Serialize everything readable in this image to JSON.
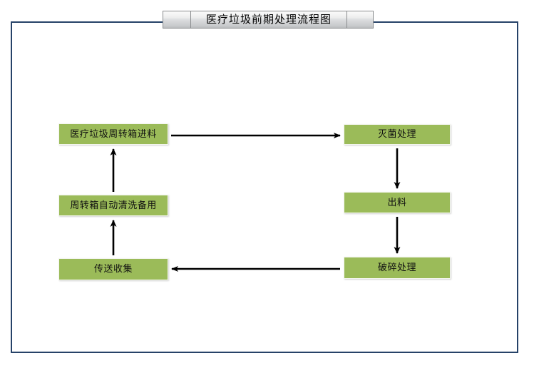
{
  "document": {
    "title": "医疗垃圾前期处理流程图",
    "frame_color": "#264268",
    "node_fill_color": "#9BBB59",
    "connector_color": "#000000"
  },
  "titlebar": {
    "left_segment_label": "",
    "title": "医疗垃圾前期处理流程图",
    "right_segment_label": ""
  },
  "flow": {
    "nodes": [
      {
        "id": "feed",
        "label": "医疗垃圾周转箱进料",
        "column": "left",
        "order": 1
      },
      {
        "id": "sterilize",
        "label": "灭菌处理",
        "column": "right",
        "order": 2
      },
      {
        "id": "discharge",
        "label": "出料",
        "column": "right",
        "order": 3
      },
      {
        "id": "crush",
        "label": "破碎处理",
        "column": "right",
        "order": 4
      },
      {
        "id": "convey",
        "label": "传送收集",
        "column": "left",
        "order": 5
      },
      {
        "id": "wash",
        "label": "周转箱自动清洗备用",
        "column": "left",
        "order": 6
      }
    ],
    "edges": [
      {
        "from": "feed",
        "to": "sterilize",
        "direction": "right"
      },
      {
        "from": "sterilize",
        "to": "discharge",
        "direction": "down"
      },
      {
        "from": "discharge",
        "to": "crush",
        "direction": "down"
      },
      {
        "from": "crush",
        "to": "convey",
        "direction": "left"
      },
      {
        "from": "convey",
        "to": "wash",
        "direction": "up"
      },
      {
        "from": "wash",
        "to": "feed",
        "direction": "up"
      }
    ]
  }
}
